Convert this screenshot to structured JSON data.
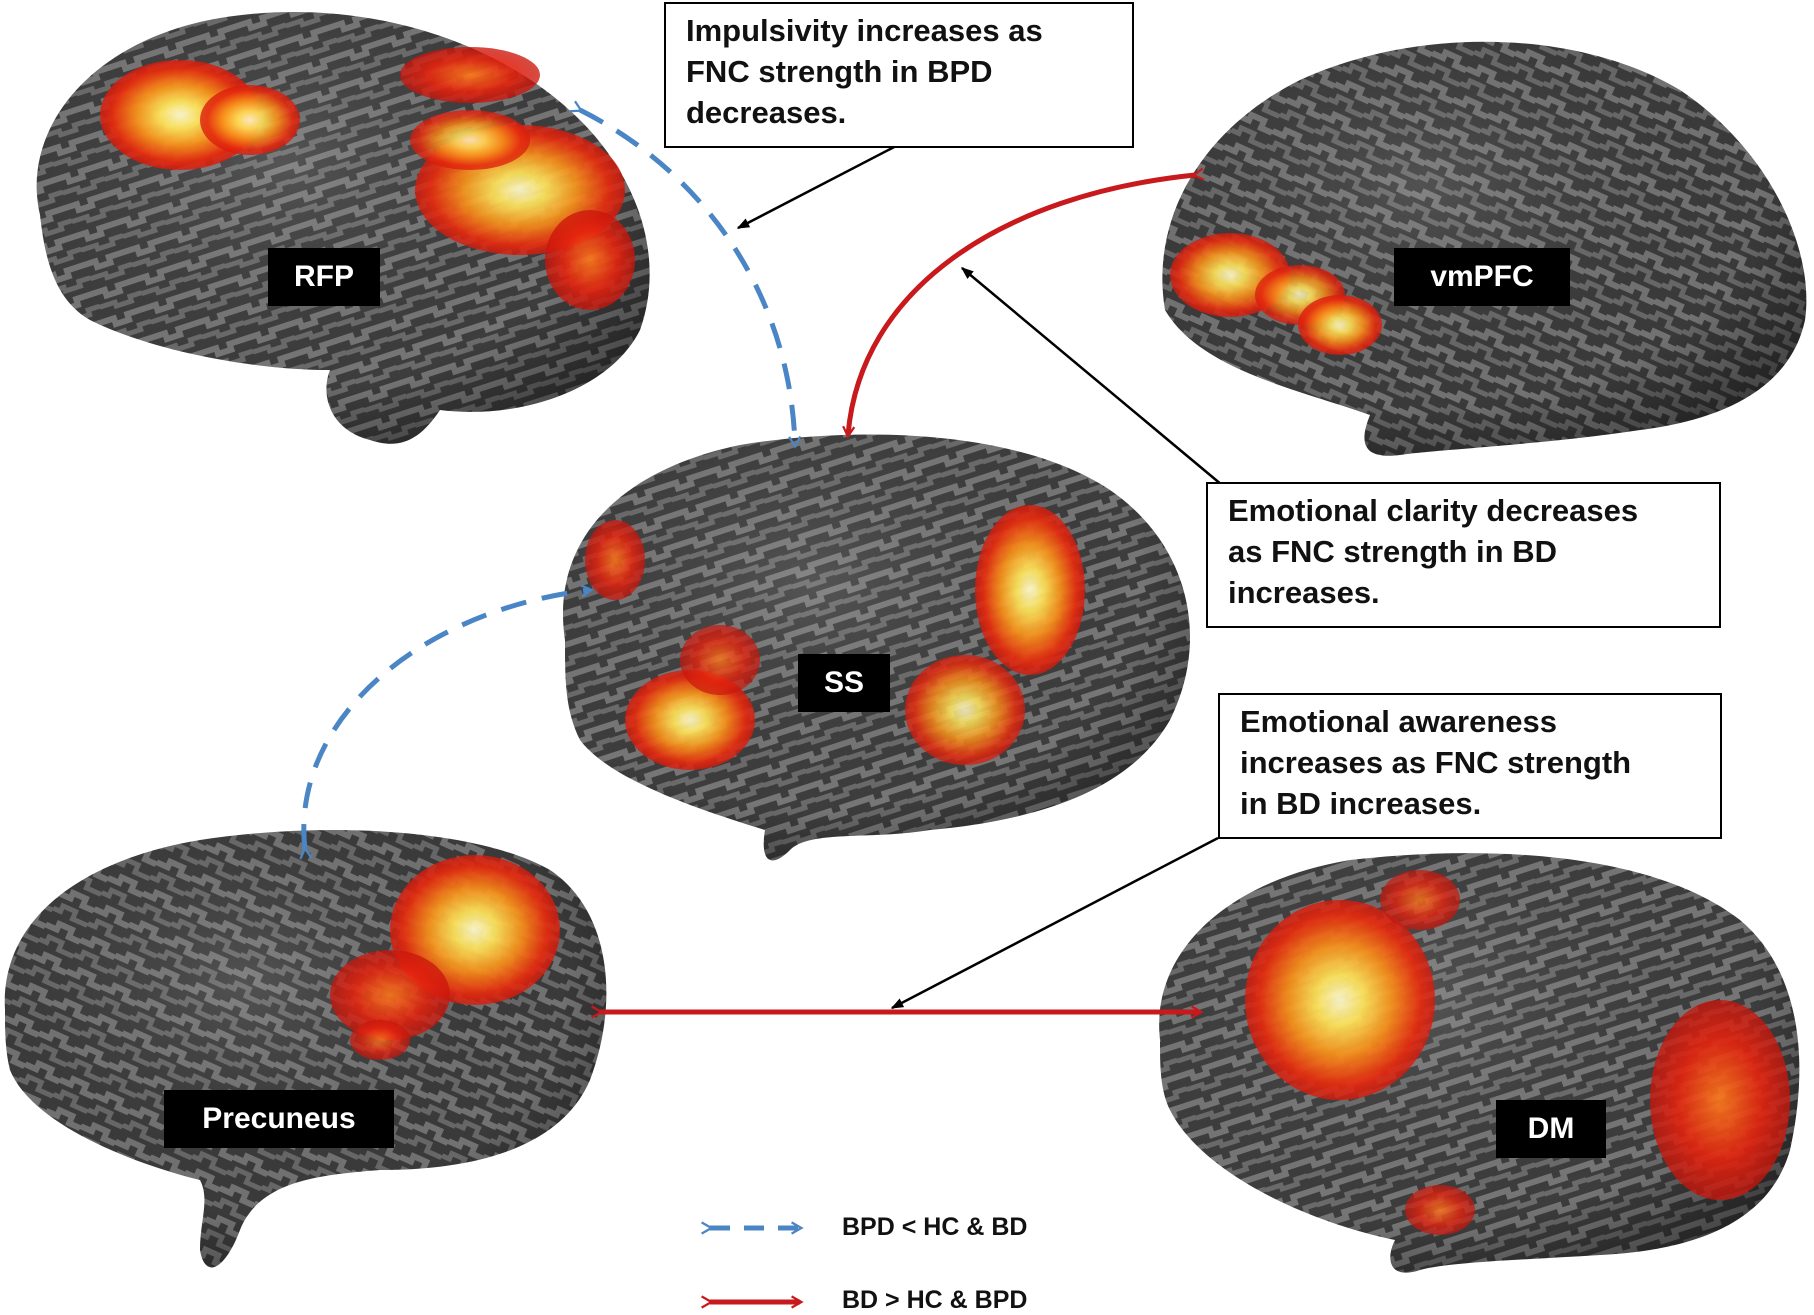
{
  "regions": {
    "rfp": "RFP",
    "vmpfc": "vmPFC",
    "ss": "SS",
    "precuneus": "Precuneus",
    "dm": "DM"
  },
  "callouts": {
    "impulsivity": [
      "Impulsivity increases as",
      "FNC strength in BPD",
      "decreases."
    ],
    "clarity": [
      "Emotional clarity decreases",
      "as FNC strength in BD",
      "increases."
    ],
    "awareness": [
      "Emotional awareness",
      "increases as FNC strength",
      "in BD increases."
    ]
  },
  "legend": {
    "dashed_label": "BPD < HC &  BD",
    "solid_label": "BD > HC &  BPD"
  },
  "colors": {
    "background": "#ffffff",
    "cortex_dark": "#3c3c3c",
    "cortex_light": "#7a7a7a",
    "activation_red": "#e01a10",
    "activation_orange": "#f5820f",
    "activation_yellow": "#fff27a",
    "dashed_arrow": "#4a86c5",
    "solid_arrow": "#c8191c",
    "pointer": "#000000"
  }
}
